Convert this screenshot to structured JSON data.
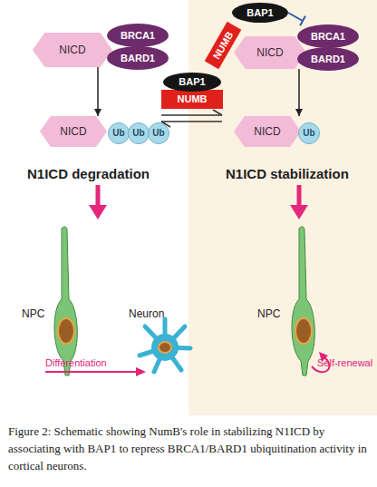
{
  "diagram": {
    "caption": "Figure 2: Schematic showing NumB's role in stabilizing N1ICD by associating with BAP1 to repress BRCA1/BARD1 ubiquitination activity in cortical neurons.",
    "nodes": [
      {
        "text": [
          "NICD"
        ]
      },
      {
        "text": [
          "BRCA1"
        ]
      },
      {
        "text": [
          "BARD1"
        ]
      },
      {
        "text": [
          "BAP1"
        ]
      },
      {
        "text": [
          "NUMB"
        ]
      },
      {
        "text": [
          "NICD"
        ]
      },
      {
        "text": [
          "BRCA1"
        ]
      },
      {
        "text": [
          "BARD1"
        ]
      },
      {
        "text": [
          "BAP1"
        ]
      },
      {
        "text": [
          "NUMB"
        ]
      },
      {
        "text": [
          "NICD"
        ]
      },
      {
        "text": [
          "Ub"
        ]
      },
      {
        "text": [
          "Ub"
        ]
      },
      {
        "text": [
          "Ub"
        ]
      },
      {
        "text": [
          "NICD"
        ]
      },
      {
        "text": [
          "Ub"
        ]
      }
    ],
    "edges": [
      {
        "from": 0,
        "to": 10,
        "arrow": "to"
      },
      {
        "from": 5,
        "to": 14,
        "arrow": "to"
      },
      {
        "from": 3,
        "to": 6,
        "arrow": "to"
      }
    ],
    "labels": [
      "N1ICD degradation",
      "N1ICD stabilization",
      "NPC",
      "Neuron",
      "Differentiation",
      "NPC",
      "Self-renewal"
    ]
  }
}
